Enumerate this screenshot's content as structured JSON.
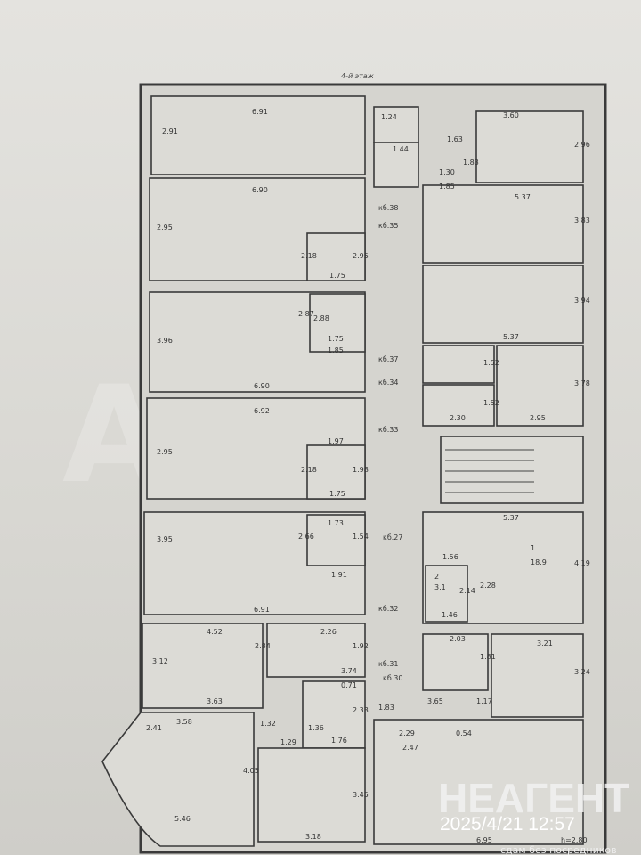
{
  "plan": {
    "title": "4-й этаж",
    "labels": [
      "6.91",
      "2.91",
      "6.90",
      "2.95",
      "2.18",
      "1.75",
      "2.95",
      "2.87",
      "2.88",
      "3.96",
      "1.75",
      "1.85",
      "6.90",
      "6.92",
      "2.95",
      "1.97",
      "2.18",
      "1.75",
      "1.98",
      "3.95",
      "1.73",
      "2.66",
      "1.54",
      "1.91",
      "6.91",
      "4.52",
      "3.12",
      "2.84",
      "2.26",
      "1.92",
      "3.74",
      "0.71",
      "3.63",
      "3.58",
      "2.33",
      "1.36",
      "1.76",
      "1.29",
      "1.32",
      "2.41",
      "5.46",
      "4.05",
      "3.45",
      "3.18",
      "1.24",
      "1.44",
      "1.63",
      "1.83",
      "1.30",
      "1.85",
      "3.60",
      "2.96",
      "5.37",
      "3.83",
      "3.94",
      "5.37",
      "1.52",
      "3.78",
      "1.52",
      "2.30",
      "2.95",
      "5.37",
      "1",
      "18.9",
      "4.19",
      "1.56",
      "2",
      "3.1",
      "2.14",
      "2.28",
      "1.46",
      "2.03",
      "1.81",
      "3.21",
      "3.24",
      "1.17",
      "3.65",
      "1.83",
      "2.29",
      "0.54",
      "2.47",
      "6.95",
      "h=2.80",
      "кб.38",
      "кб.35",
      "кб.37",
      "кб.34",
      "кб.33",
      "кб.27",
      "кб.32",
      "кб.31",
      "кб.30"
    ]
  },
  "watermarks": {
    "avito": "Avito",
    "neagent": "НЕАГЕНТ",
    "neagent_sub": "сдам без посредников",
    "timestamp": "2025/4/21 12:57"
  }
}
